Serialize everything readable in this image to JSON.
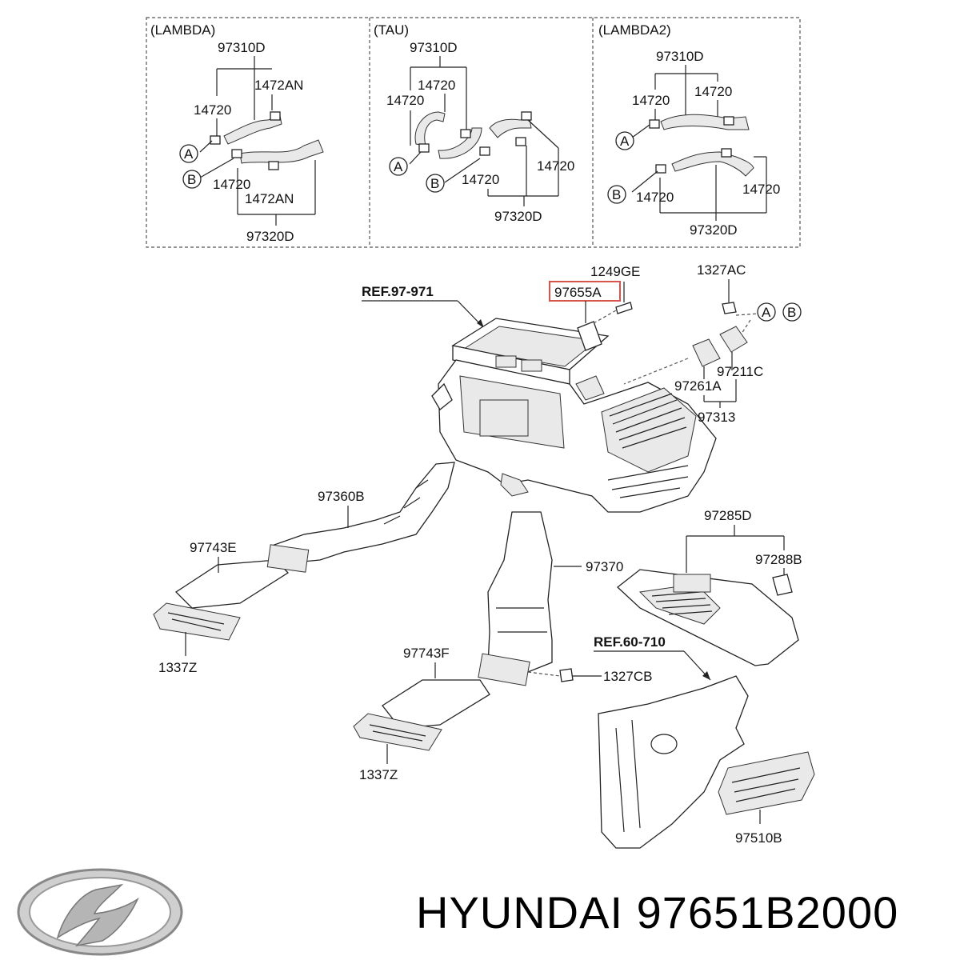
{
  "insets": [
    {
      "header": "(LAMBDA)",
      "labels": [
        "97310D",
        "1472AN",
        "14720",
        "14720",
        "1472AN",
        "97320D"
      ],
      "markers": [
        "A",
        "B"
      ]
    },
    {
      "header": "(TAU)",
      "labels": [
        "97310D",
        "14720",
        "14720",
        "14720",
        "14720",
        "97320D"
      ],
      "markers": [
        "A",
        "B"
      ]
    },
    {
      "header": "(LAMBDA2)",
      "labels": [
        "97310D",
        "14720",
        "14720",
        "14720",
        "14720",
        "97320D"
      ],
      "markers": [
        "A",
        "B"
      ]
    }
  ],
  "main": {
    "ref_hvac": "REF.97-971",
    "ref_panel": "REF.60-710",
    "highlighted_part": "97655A",
    "highlight_color": "#d9534f",
    "labels": {
      "p1249GE": "1249GE",
      "p1327AC": "1327AC",
      "p97211C": "97211C",
      "p97261A": "97261A",
      "p97313": "97313",
      "p97360B": "97360B",
      "p97743E": "97743E",
      "p1337Z_left": "1337Z",
      "p97370": "97370",
      "p97285D": "97285D",
      "p97288B": "97288B",
      "p97743F": "97743F",
      "p1327CB": "1327CB",
      "p1337Z_mid": "1337Z",
      "p97510B": "97510B"
    },
    "markers": [
      "A",
      "B"
    ]
  },
  "footer": {
    "logo": "hyundai-logo",
    "brand": "HYUNDAI",
    "part_number": "97651B2000",
    "caption": "HYUNDAI 97651B2000"
  }
}
